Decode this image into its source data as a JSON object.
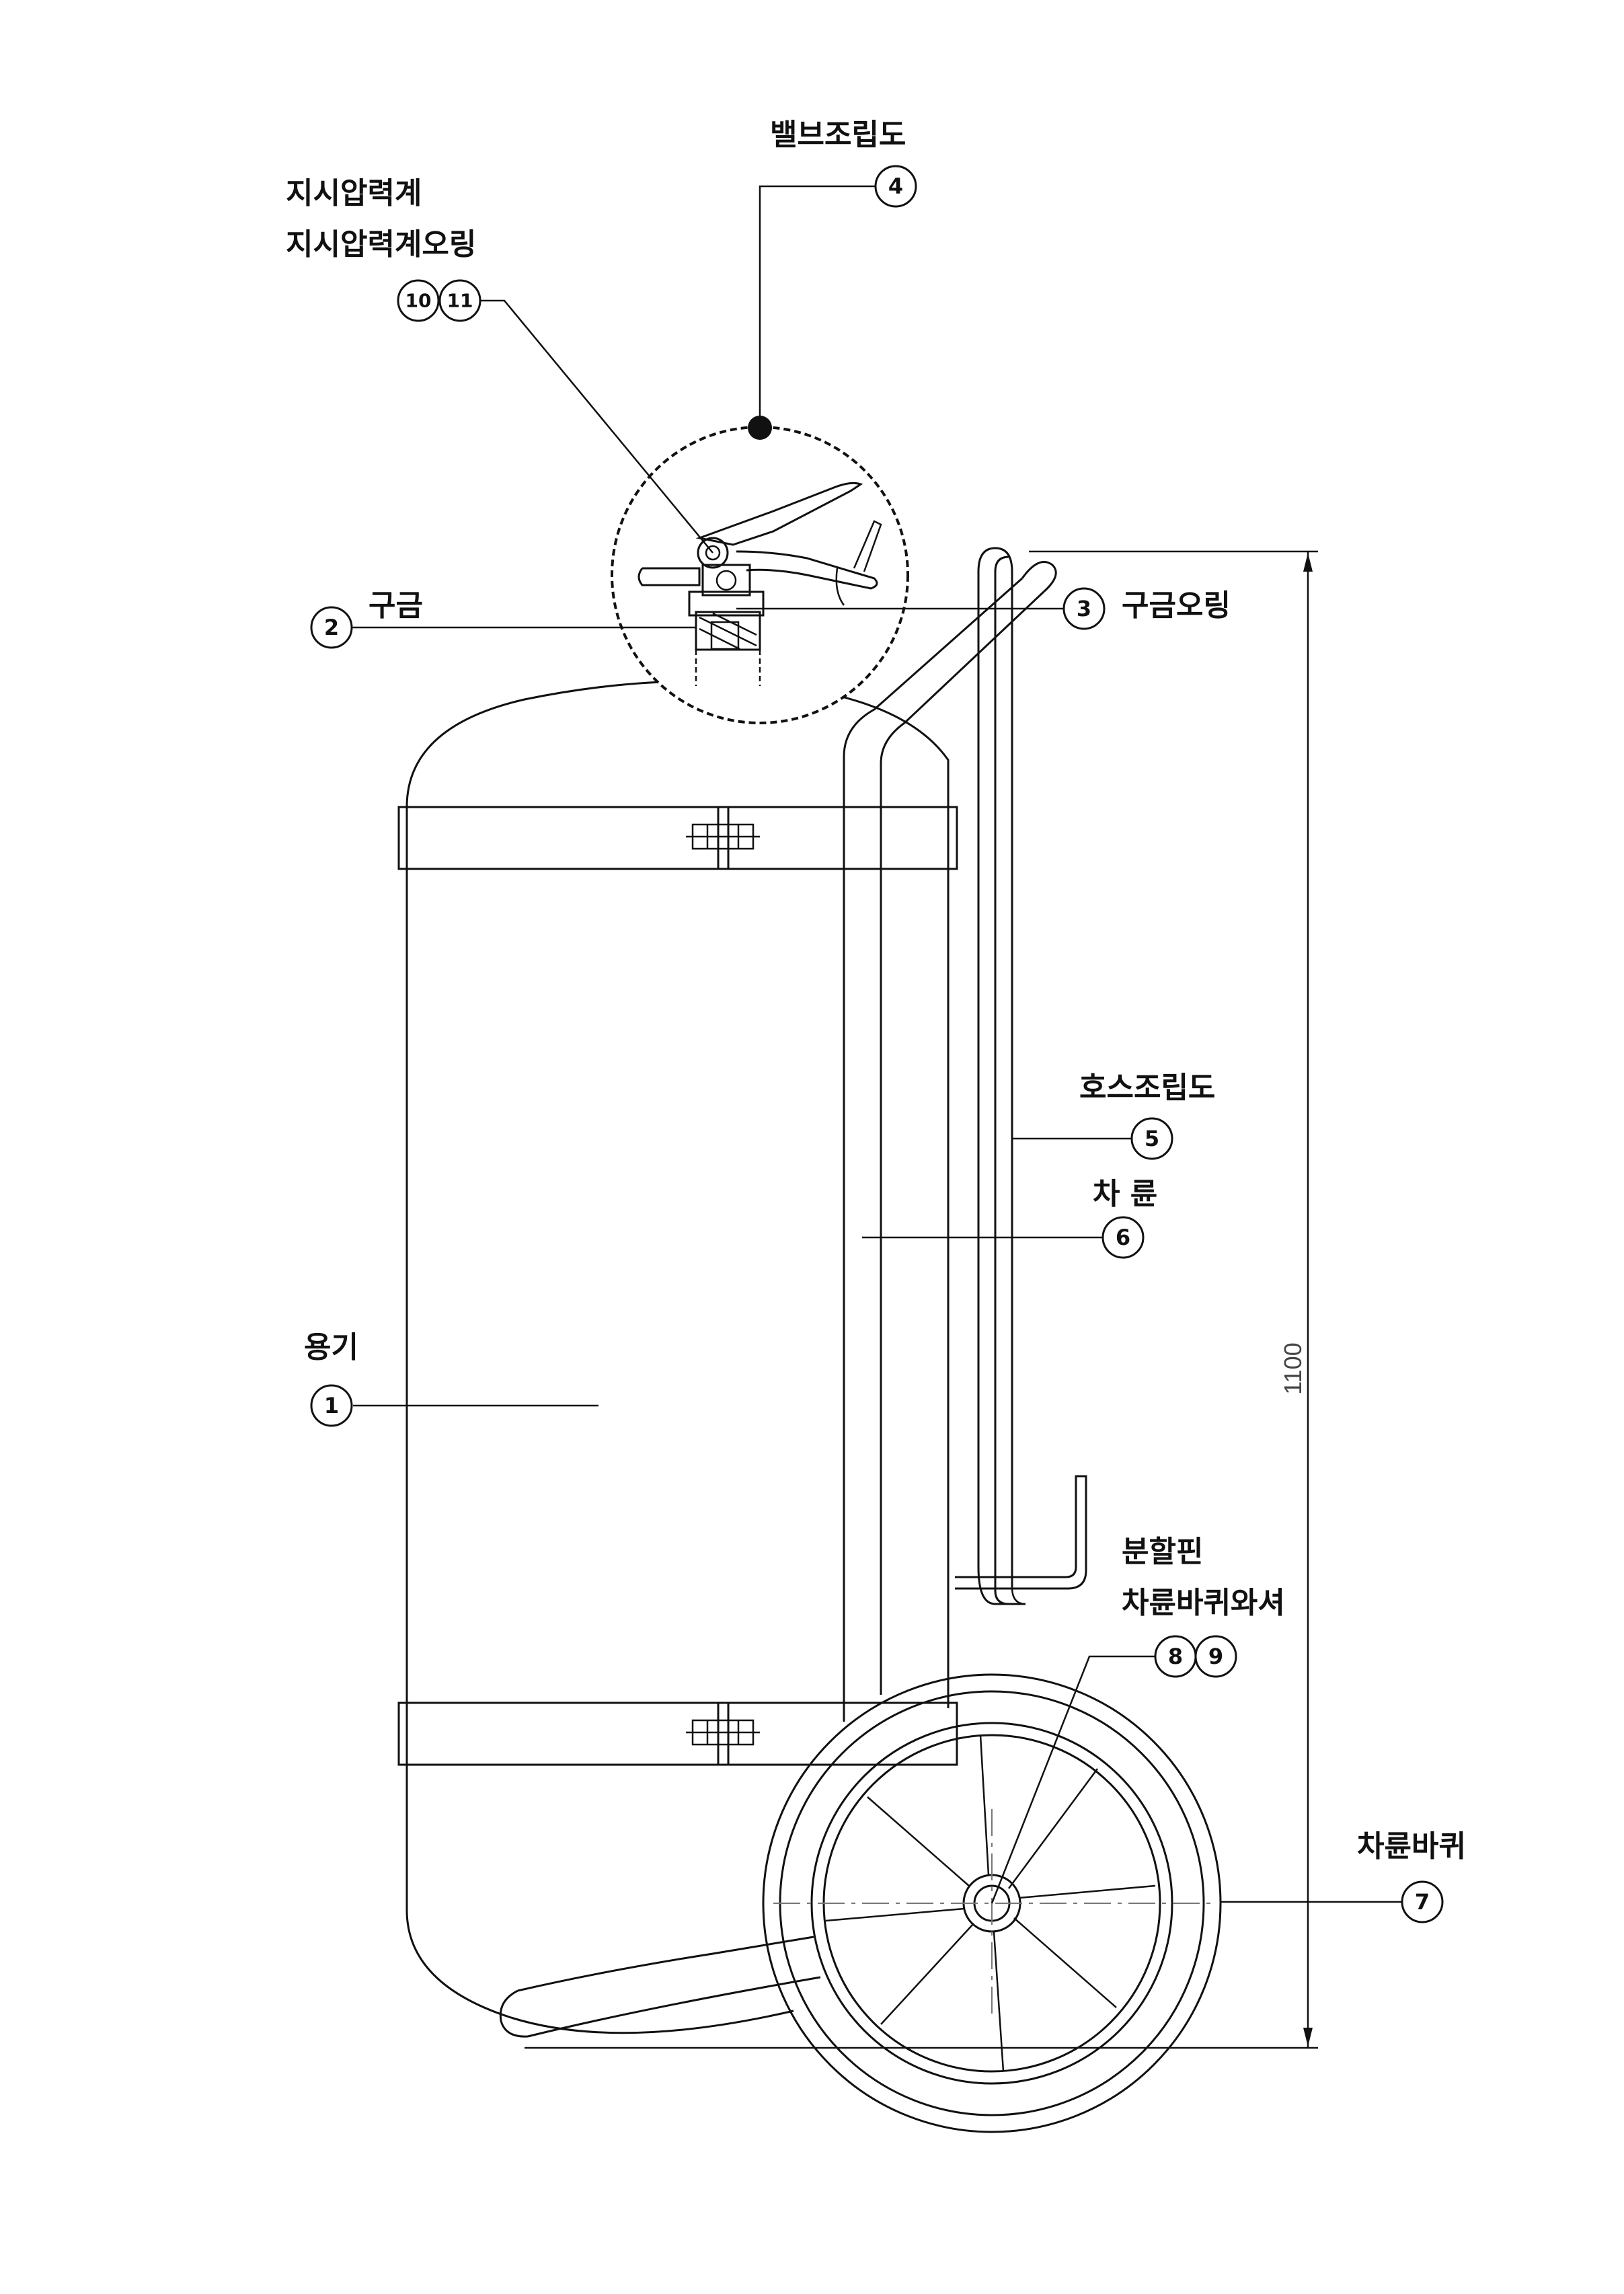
{
  "labels": {
    "valve_assembly": "밸브조립도",
    "pressure_gauge": "지시압력계",
    "pressure_gauge_oring": "지시압력계오링",
    "cap": "구금",
    "cap_oring": "구금오링",
    "hose_assembly": "호스조립도",
    "wheel_frame": "차 륜",
    "container": "용기",
    "split_pin": "분할핀",
    "wheel_washer": "차륜바퀴와셔",
    "wheel": "차륜바퀴"
  },
  "numbers": {
    "n1": "1",
    "n2": "2",
    "n3": "3",
    "n4": "4",
    "n5": "5",
    "n6": "6",
    "n7": "7",
    "n8": "8",
    "n9": "9",
    "n10": "10",
    "n11": "11"
  },
  "dimension": {
    "height": "1100"
  }
}
